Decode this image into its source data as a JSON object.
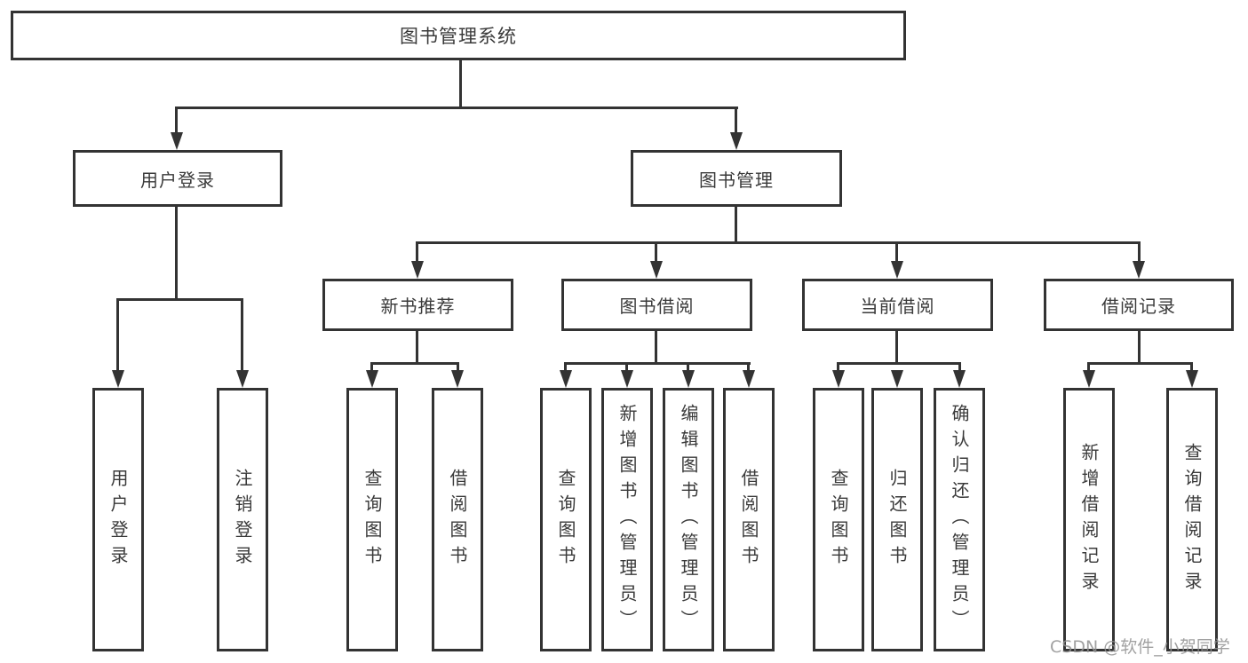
{
  "colors": {
    "line": "#333333",
    "box_border": "#333333",
    "text": "#3a3a3a",
    "background": "#ffffff",
    "watermark": "#919191"
  },
  "diagram": {
    "root": {
      "label": "图书管理系统"
    },
    "branches": [
      {
        "label": "用户登录",
        "children": [
          "用户登录",
          "注销登录"
        ]
      },
      {
        "label": "图书管理",
        "children": [
          {
            "label": "新书推荐",
            "children": [
              "查询图书",
              "借阅图书"
            ]
          },
          {
            "label": "图书借阅",
            "children": [
              "查询图书",
              "新增图书（管理员）",
              "编辑图书（管理员）",
              "借阅图书"
            ]
          },
          {
            "label": "当前借阅",
            "children": [
              "查询图书",
              "归还图书",
              "确认归还（管理员）"
            ]
          },
          {
            "label": "借阅记录",
            "children": [
              "新增借阅记录",
              "查询借阅记录"
            ]
          }
        ]
      }
    ]
  },
  "watermark": "CSDN @软件_小贺同学"
}
